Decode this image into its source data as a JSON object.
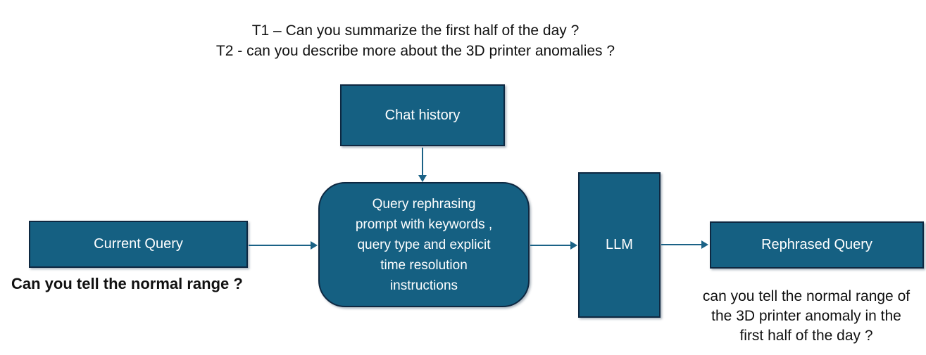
{
  "theme": {
    "node_fill": "#156082",
    "node_border": "#0E2841",
    "node_text": "#FFFFFF",
    "arrow": "#1B6286",
    "text": "#111111",
    "background": "#FFFFFF"
  },
  "header": {
    "line1": "T1 – Can you summarize the first half of the day ?",
    "line2": "T2 - can you describe more about the 3D printer anomalies ?"
  },
  "nodes": {
    "chat_history": {
      "label": "Chat history"
    },
    "current_query": {
      "label": "Current Query",
      "annotation": "Can you tell the normal range ?"
    },
    "rephrase_prompt": {
      "lines": {
        "0": "Query rephrasing",
        "1": "prompt with keywords ,",
        "2": "query type and explicit",
        "3": "time resolution",
        "4": "instructions"
      }
    },
    "llm": {
      "label": "LLM"
    },
    "rephrased_query": {
      "label": "Rephrased Query",
      "annotation_lines": {
        "0": "can you tell the normal range of",
        "1": "the 3D printer anomaly in the",
        "2": "first half of the day ?"
      }
    }
  }
}
